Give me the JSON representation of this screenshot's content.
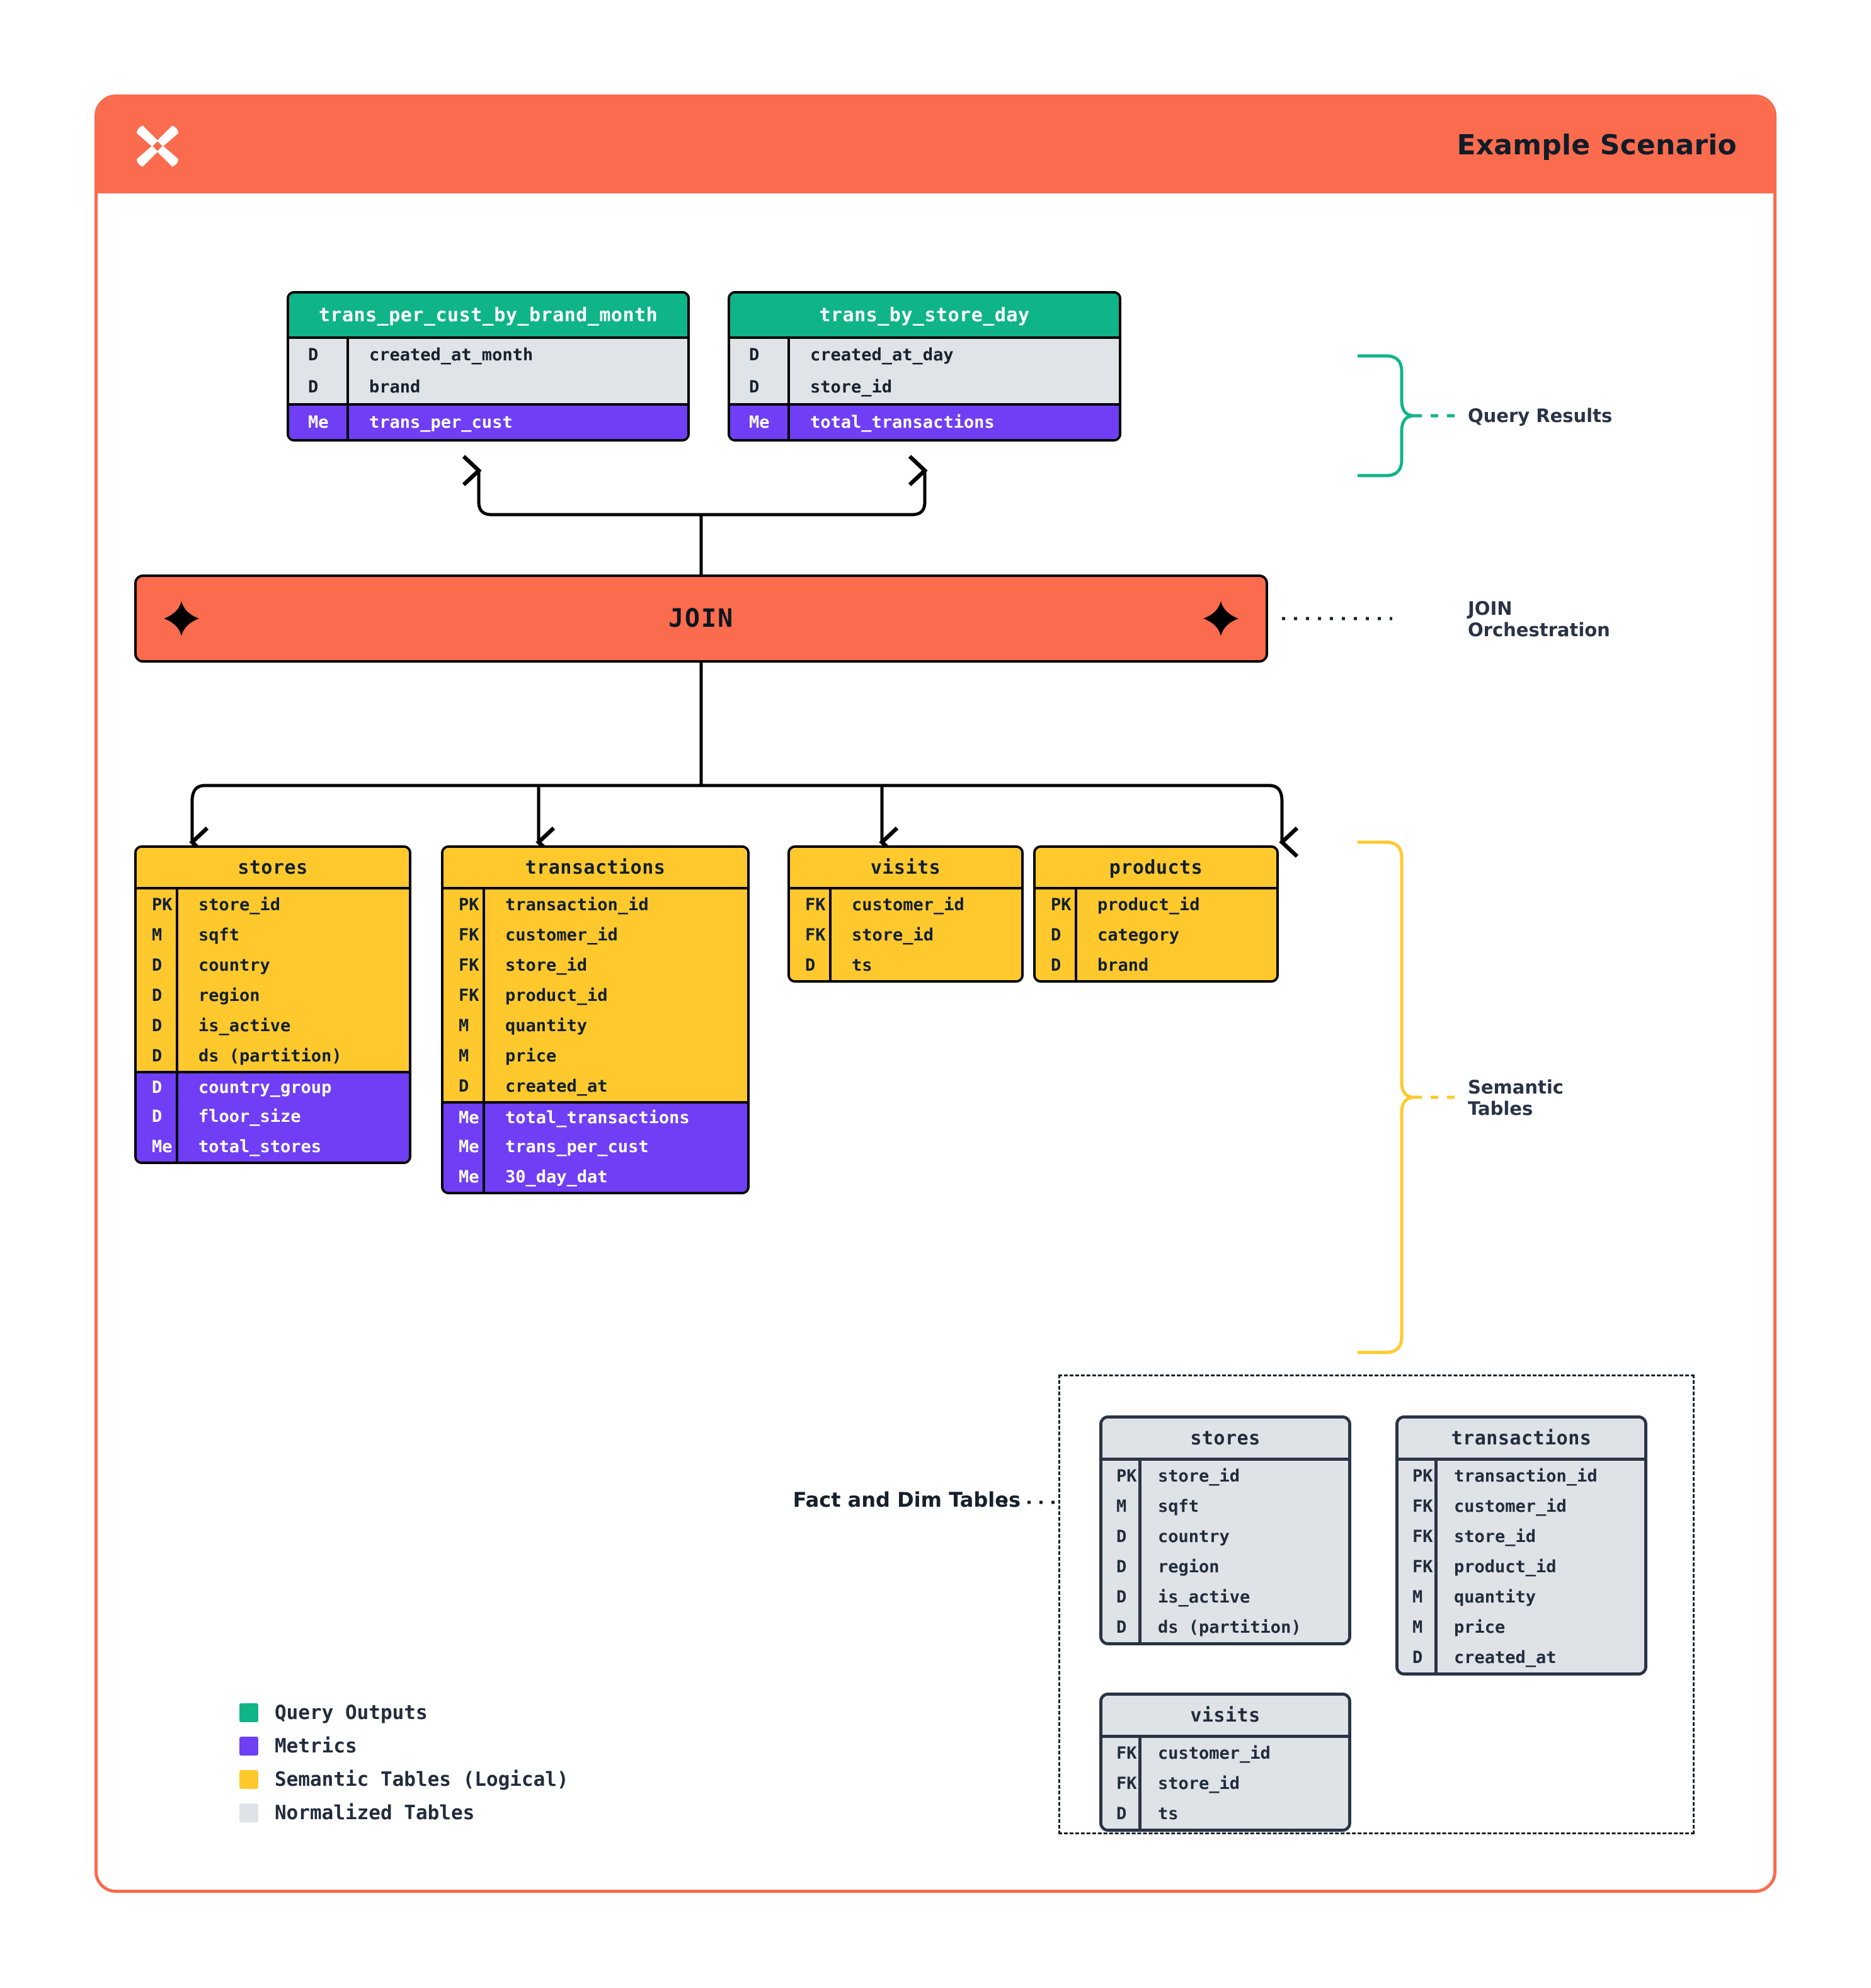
{
  "header": {
    "title": "Example Scenario",
    "logo_icon": "xray-x-logo-icon",
    "bg_color": "#fb6b4d"
  },
  "colors": {
    "orange": "#fb6b4d",
    "green": "#0fb489",
    "purple": "#6f3ef5",
    "yellow": "#ffc92e",
    "grey": "#dfe2e7",
    "ink": "#222c3c"
  },
  "query_results": {
    "annotation": "Query Results",
    "bracket_color": "#0fb489",
    "tables": [
      {
        "name": "trans_per_cust_by_brand_month",
        "dims": [
          {
            "key": "D",
            "value": "created_at_month"
          },
          {
            "key": "D",
            "value": "brand"
          }
        ],
        "metrics": [
          {
            "key": "Me",
            "value": "trans_per_cust"
          }
        ]
      },
      {
        "name": "trans_by_store_day",
        "dims": [
          {
            "key": "D",
            "value": "created_at_day"
          },
          {
            "key": "D",
            "value": "store_id"
          }
        ],
        "metrics": [
          {
            "key": "Me",
            "value": "total_transactions"
          }
        ]
      }
    ]
  },
  "join": {
    "label": "JOIN",
    "annotation_line1": "JOIN",
    "annotation_line2": "Orchestration",
    "left_icon": "sparkle-icon",
    "right_icon": "sparkle-icon"
  },
  "semantic_tables": {
    "annotation": "Semantic Tables",
    "bracket_color": "#ffc92e",
    "tables": [
      {
        "name": "stores",
        "columns": [
          {
            "key": "PK",
            "value": "store_id"
          },
          {
            "key": "M",
            "value": "sqft"
          },
          {
            "key": "D",
            "value": "country"
          },
          {
            "key": "D",
            "value": "region"
          },
          {
            "key": "D",
            "value": "is_active"
          },
          {
            "key": "D",
            "value": "ds (partition)"
          }
        ],
        "metrics": [
          {
            "key": "D",
            "value": "country_group"
          },
          {
            "key": "D",
            "value": "floor_size"
          },
          {
            "key": "Me",
            "value": "total_stores"
          }
        ]
      },
      {
        "name": "transactions",
        "columns": [
          {
            "key": "PK",
            "value": "transaction_id"
          },
          {
            "key": "FK",
            "value": "customer_id"
          },
          {
            "key": "FK",
            "value": "store_id"
          },
          {
            "key": "FK",
            "value": "product_id"
          },
          {
            "key": "M",
            "value": "quantity"
          },
          {
            "key": "M",
            "value": "price"
          },
          {
            "key": "D",
            "value": "created_at"
          }
        ],
        "metrics": [
          {
            "key": "Me",
            "value": "total_transactions"
          },
          {
            "key": "Me",
            "value": "trans_per_cust"
          },
          {
            "key": "Me",
            "value": "30_day_dat"
          }
        ]
      },
      {
        "name": "visits",
        "columns": [
          {
            "key": "FK",
            "value": "customer_id"
          },
          {
            "key": "FK",
            "value": "store_id"
          },
          {
            "key": "D",
            "value": "ts"
          }
        ],
        "metrics": []
      },
      {
        "name": "products",
        "columns": [
          {
            "key": "PK",
            "value": "product_id"
          },
          {
            "key": "D",
            "value": "category"
          },
          {
            "key": "D",
            "value": "brand"
          }
        ],
        "metrics": []
      }
    ]
  },
  "fact_and_dim": {
    "annotation": "Fact and Dim Tables",
    "tables": [
      {
        "name": "stores",
        "columns": [
          {
            "key": "PK",
            "value": "store_id"
          },
          {
            "key": "M",
            "value": "sqft"
          },
          {
            "key": "D",
            "value": "country"
          },
          {
            "key": "D",
            "value": "region"
          },
          {
            "key": "D",
            "value": "is_active"
          },
          {
            "key": "D",
            "value": "ds (partition)"
          }
        ]
      },
      {
        "name": "transactions",
        "columns": [
          {
            "key": "PK",
            "value": "transaction_id"
          },
          {
            "key": "FK",
            "value": "customer_id"
          },
          {
            "key": "FK",
            "value": "store_id"
          },
          {
            "key": "FK",
            "value": "product_id"
          },
          {
            "key": "M",
            "value": "quantity"
          },
          {
            "key": "M",
            "value": "price"
          },
          {
            "key": "D",
            "value": "created_at"
          }
        ]
      },
      {
        "name": "visits",
        "columns": [
          {
            "key": "FK",
            "value": "customer_id"
          },
          {
            "key": "FK",
            "value": "store_id"
          },
          {
            "key": "D",
            "value": "ts"
          }
        ]
      }
    ]
  },
  "legend": {
    "items": [
      {
        "color": "#0fb489",
        "label": "Query Outputs"
      },
      {
        "color": "#6f3ef5",
        "label": "Metrics"
      },
      {
        "color": "#ffc92e",
        "label": "Semantic Tables (Logical)"
      },
      {
        "color": "#dfe2e7",
        "label": "Normalized Tables"
      }
    ]
  }
}
